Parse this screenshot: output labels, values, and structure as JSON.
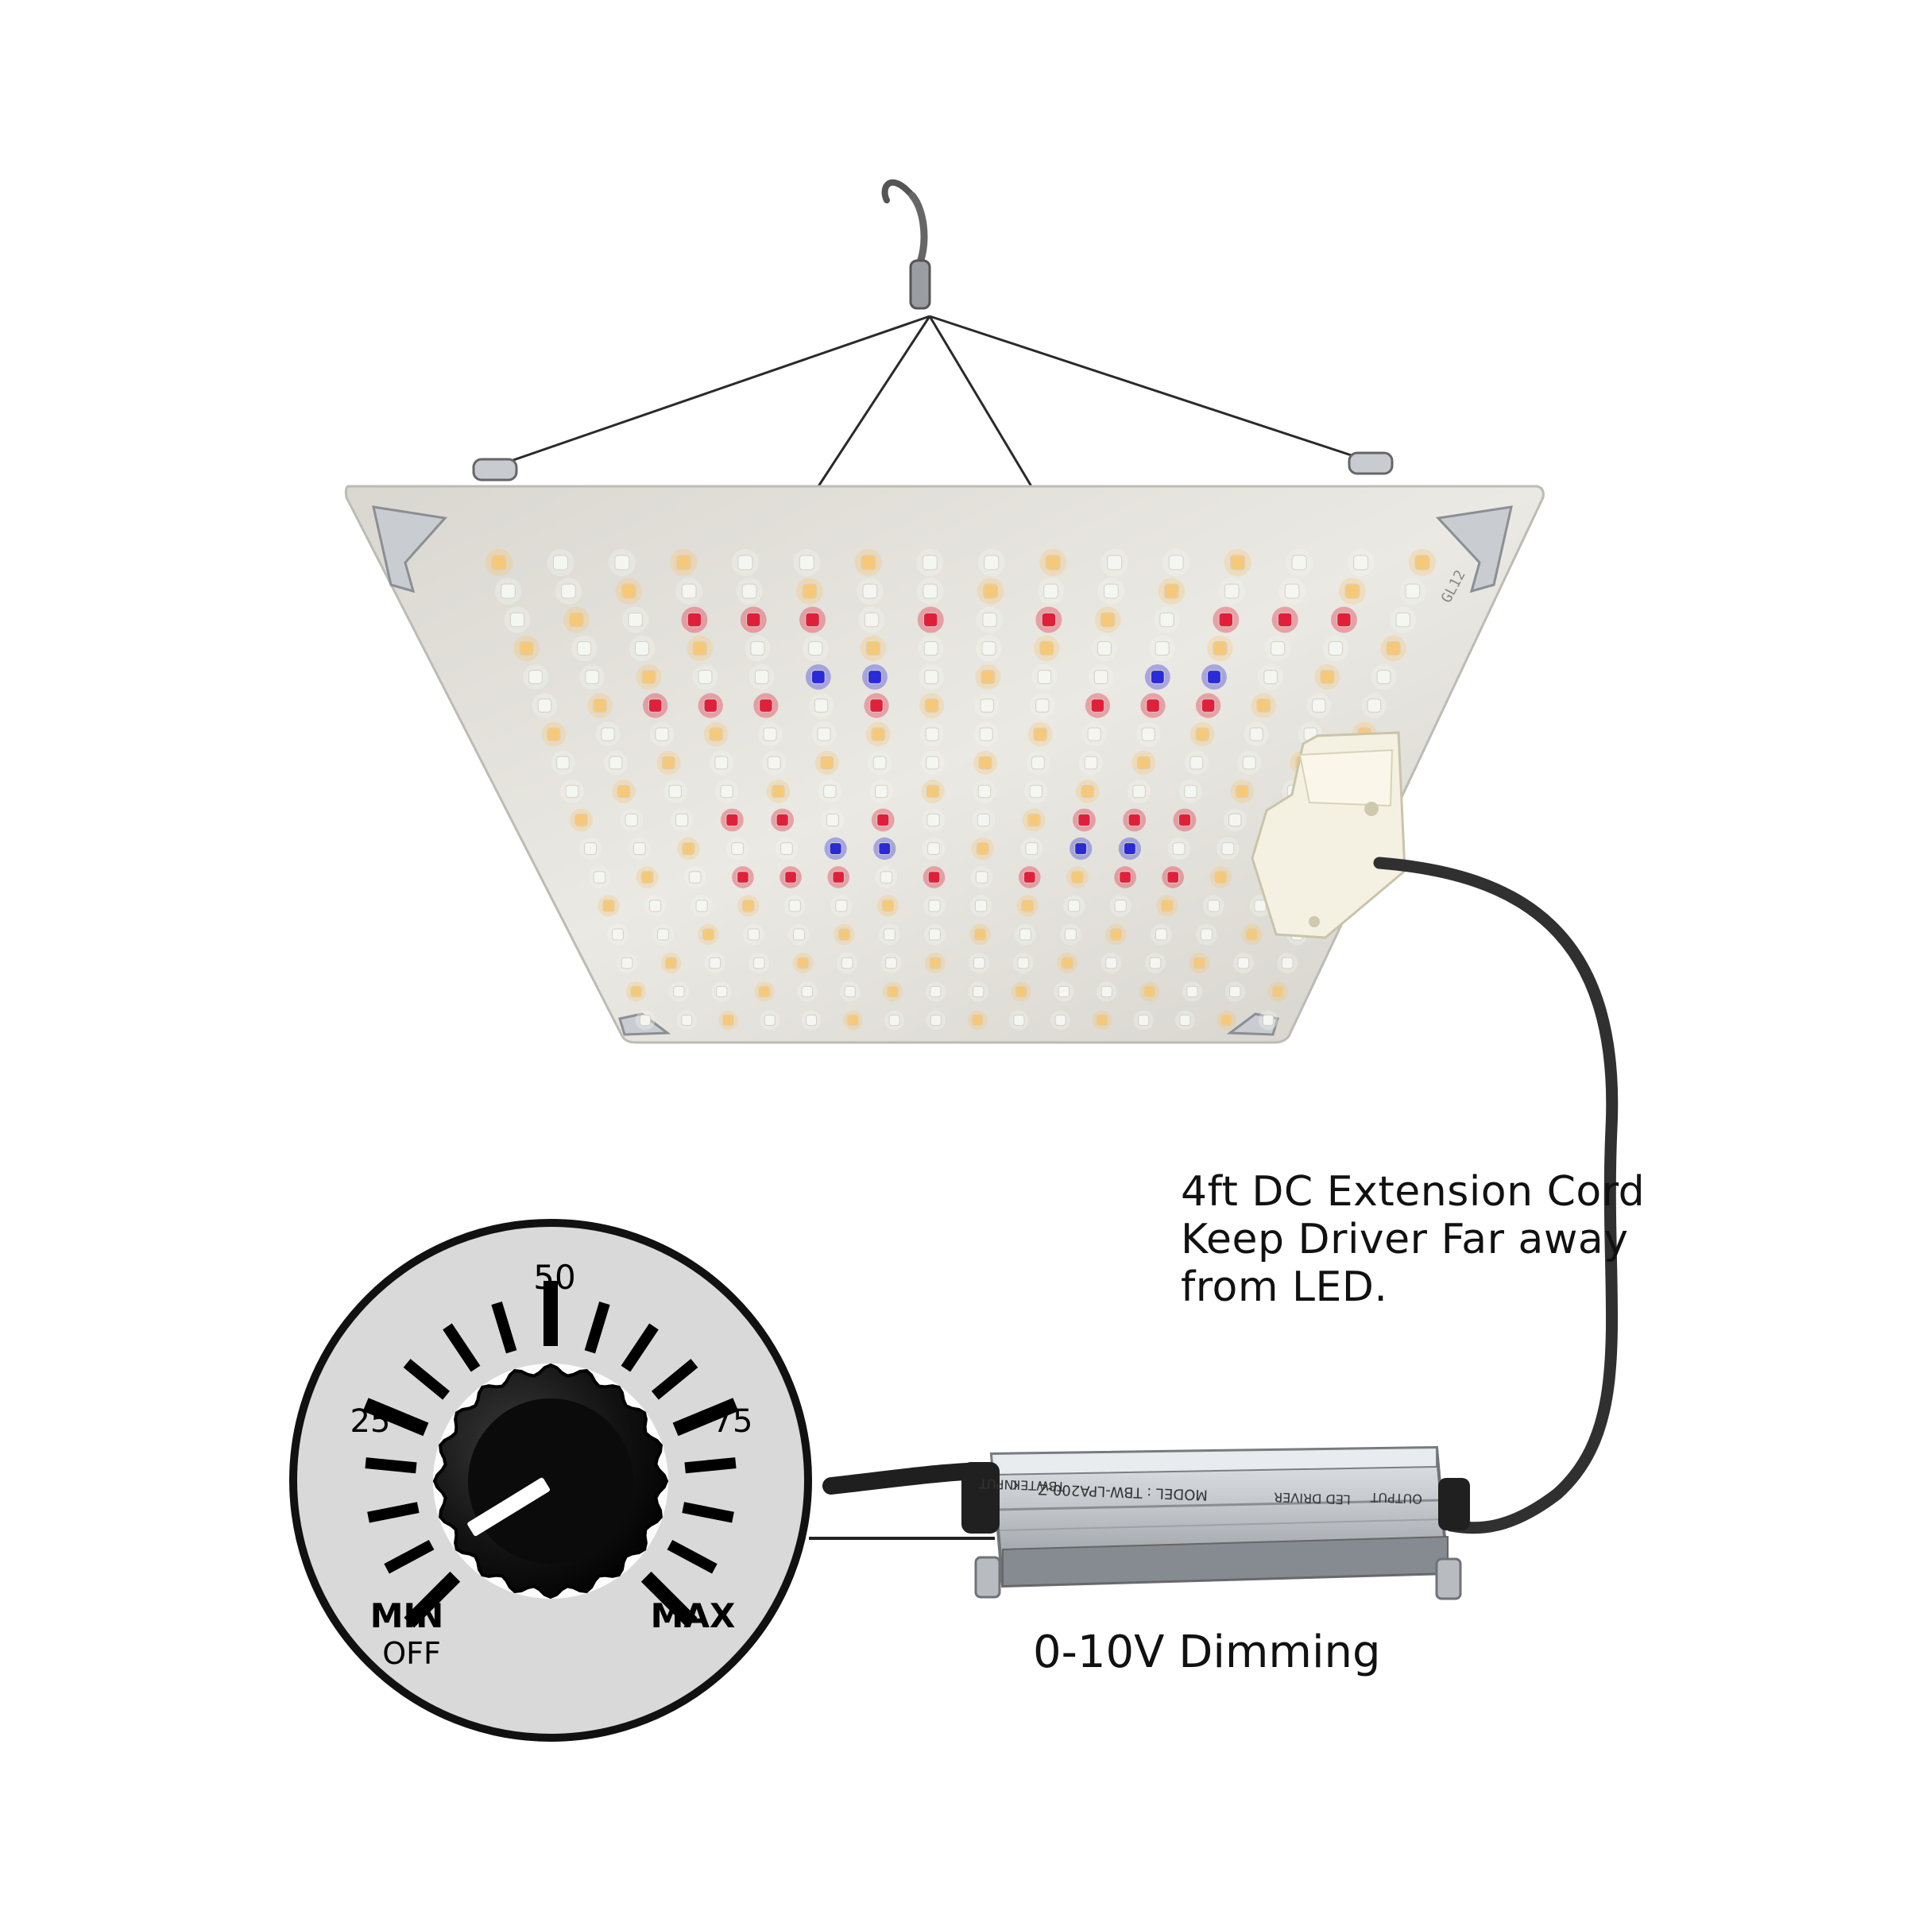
{
  "callouts": {
    "cord_line_1": "4ft DC Extension Cord",
    "cord_line_2": "Keep Driver Far away",
    "cord_line_3": "from LED.",
    "dimming": "0-10V Dimming"
  },
  "dial": {
    "label_25": "25",
    "label_50": "50",
    "label_75": "75",
    "label_min": "MIN",
    "label_off": "OFF",
    "label_max": "MAX",
    "level_fraction": 0.05
  },
  "driver": {
    "model": "MODEL : TBW-LPA200-Z",
    "type": "LED DRIVER",
    "output": "OUTPUT",
    "input": "INPUT",
    "brand": "TBWTEK"
  },
  "panel": {
    "board_mark": "GL12",
    "led_columns": 16,
    "led_rows": 17
  },
  "colors": {
    "background": "#ffffff",
    "led_red": "#e0203a",
    "led_blue": "#2a2ad8",
    "led_warm": "#f6c97a",
    "led_cool": "#f4f6f2",
    "board": "#e8e6e0",
    "dial_face": "#d9d9d9",
    "knob": "#111111",
    "cable": "#333333",
    "driver_body": "#bfc3c7"
  }
}
